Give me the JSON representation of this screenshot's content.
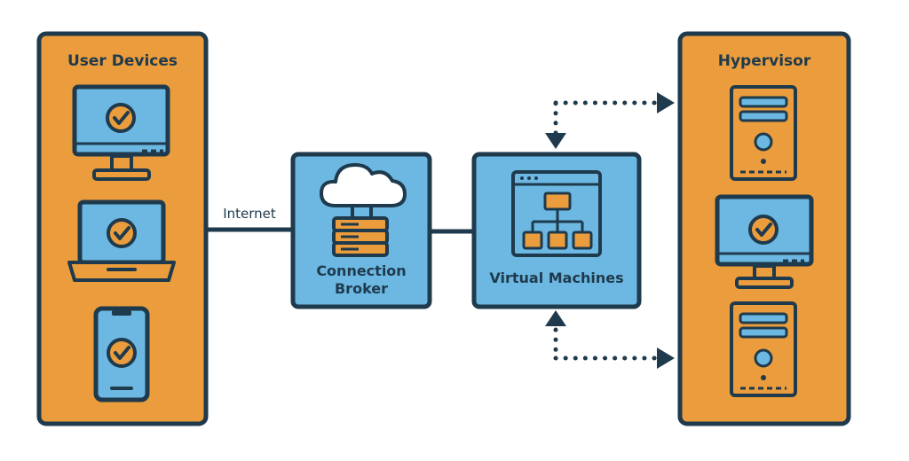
{
  "colors": {
    "outline": "#1e3a4c",
    "orange": "#eb9c3c",
    "blue": "#6cb8e2",
    "white": "#ffffff"
  },
  "panels": {
    "user_devices": {
      "title": "User Devices",
      "icons": [
        "desktop-monitor-icon",
        "laptop-icon",
        "smartphone-icon"
      ]
    },
    "hypervisor": {
      "title": "Hypervisor",
      "icons": [
        "server-tower-icon",
        "desktop-monitor-icon",
        "server-tower-icon"
      ]
    }
  },
  "nodes": {
    "connection_broker": {
      "title_line1": "Connection",
      "title_line2": "Broker",
      "icon": "cloud-server-icon"
    },
    "virtual_machines": {
      "title": "Virtual Machines",
      "icon": "browser-hierarchy-icon"
    }
  },
  "edges": {
    "internet": {
      "label": "Internet"
    }
  }
}
